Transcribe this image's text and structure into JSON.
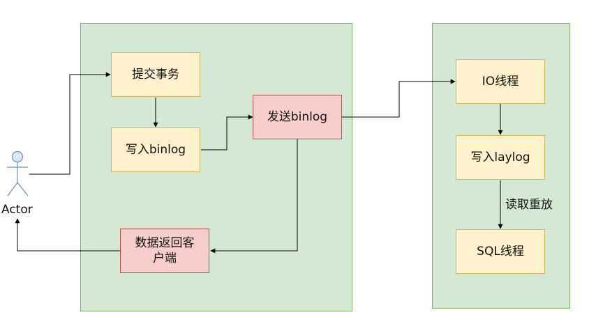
{
  "diagram": {
    "actor": {
      "label": "Actor"
    },
    "nodes": {
      "submit_tx": "提交事务",
      "write_binlog": "写入binlog",
      "send_binlog": "发送binlog",
      "return_client": "数据返回客\n户端",
      "io_thread": "IO线程",
      "write_relaylog": "写入laylog",
      "sql_thread": "SQL线程"
    },
    "edge_labels": {
      "read_replay": "读取重放"
    }
  },
  "colors": {
    "container_fill": "#d5e8d4",
    "container_stroke": "#82b366",
    "yellow_fill": "#fff2cc",
    "yellow_stroke": "#d6b656",
    "red_fill": "#f8cecc",
    "red_stroke": "#b85450",
    "actor_fill": "#dae8fc",
    "actor_stroke": "#6c8ebf"
  }
}
